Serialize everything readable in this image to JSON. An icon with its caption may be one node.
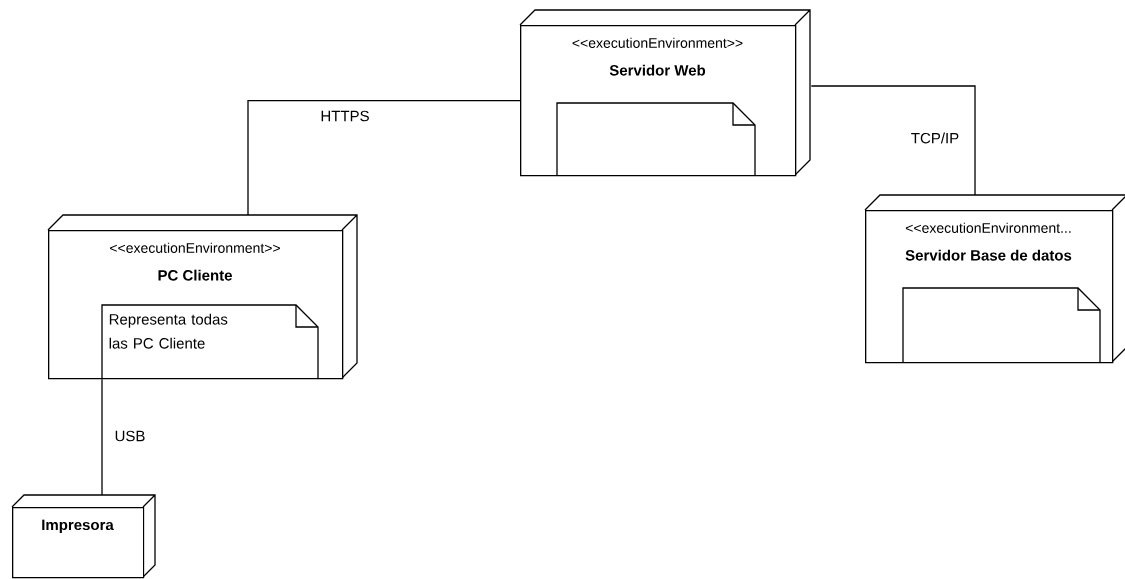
{
  "diagram": {
    "nodes": [
      {
        "text": [
          "<<executionEnvironment>>",
          "Servidor Web"
        ]
      },
      {
        "text": [],
        "shape": "note",
        "in": 0
      },
      {
        "text": [
          "<<executionEnvironment>>",
          "PC Cliente"
        ]
      },
      {
        "text": [
          "Representa todas las PC Cliente"
        ],
        "in": 2
      },
      {
        "text": [
          "<<executionEnvironment...",
          "Servidor Base de datos"
        ]
      },
      {
        "text": [],
        "shape": "note",
        "in": 4
      },
      {
        "text": [
          "Impresora"
        ]
      }
    ],
    "edges": [
      {
        "from": 2,
        "to": 0,
        "arrow": "none",
        "label": "HTTPS"
      },
      {
        "from": 0,
        "to": 4,
        "arrow": "none",
        "label": "TCP/IP"
      },
      {
        "from": 2,
        "to": 6,
        "arrow": "none",
        "label": "USB"
      }
    ]
  }
}
